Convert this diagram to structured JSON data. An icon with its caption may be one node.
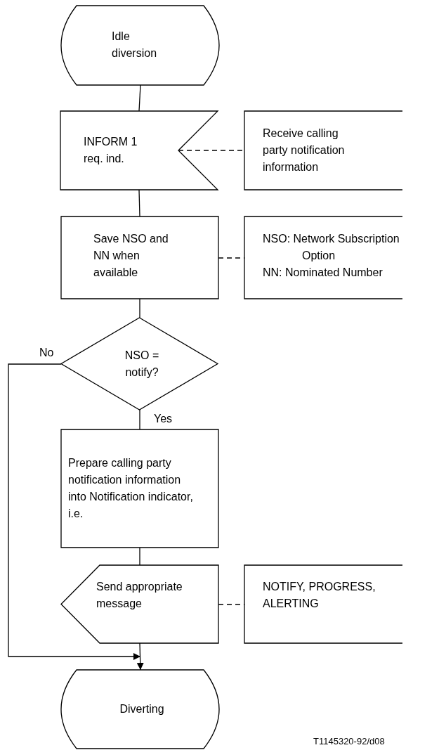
{
  "diagram": {
    "nodes": [
      {
        "text": [
          "Idle diversion"
        ]
      },
      {
        "text": [
          "INFORM 1 req. ind."
        ]
      },
      {
        "text": [
          "Receive calling party notification information"
        ]
      },
      {
        "text": [
          "Save NSO and NN when available"
        ]
      },
      {
        "text": [
          "NSO: Network Subscription Option",
          "NN: Nominated Number"
        ]
      },
      {
        "text": [
          "NSO = notify?"
        ]
      },
      {
        "text": [
          "Prepare calling party notification information into Notification indicator, i.e."
        ]
      },
      {
        "text": [
          "Send appropriate message"
        ]
      },
      {
        "text": [
          "NOTIFY, PROGRESS, ALERTING"
        ]
      },
      {
        "text": [
          "Diverting"
        ]
      }
    ],
    "edges": [
      {
        "from": 0,
        "to": 1,
        "arrow": "none"
      },
      {
        "from": 1,
        "to": 2,
        "arrow": "none",
        "style": "dashed"
      },
      {
        "from": 1,
        "to": 3,
        "arrow": "none"
      },
      {
        "from": 3,
        "to": 4,
        "arrow": "none",
        "style": "dashed"
      },
      {
        "from": 3,
        "to": 5,
        "arrow": "none"
      },
      {
        "from": 5,
        "to": 6,
        "arrow": "none",
        "label": "Yes"
      },
      {
        "from": 6,
        "to": 7,
        "arrow": "none"
      },
      {
        "from": 7,
        "to": 8,
        "arrow": "none",
        "style": "dashed"
      },
      {
        "from": 7,
        "to": 9,
        "arrow": "to"
      },
      {
        "from": 5,
        "to": 9,
        "arrow": "to",
        "label": "No"
      }
    ],
    "labels": [
      "T1145320-92/d08"
    ]
  }
}
